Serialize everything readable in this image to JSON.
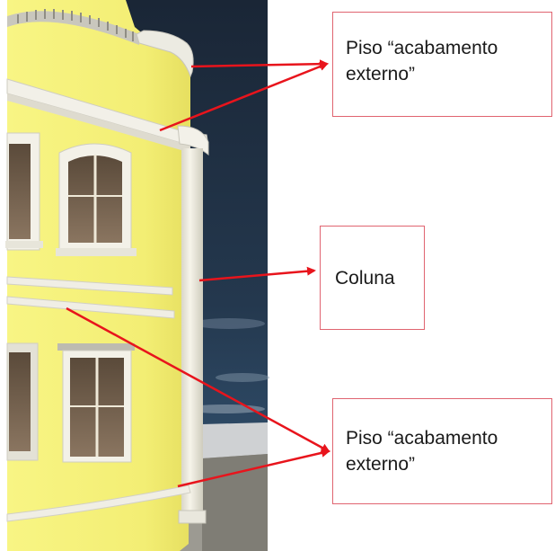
{
  "callouts": {
    "top": {
      "label": "Piso “acabamento\nexterno”"
    },
    "middle": {
      "label": "Coluna"
    },
    "bottom": {
      "label": "Piso “acabamento\nexterno”"
    }
  },
  "colors": {
    "arrow": "#e8141c",
    "callout_border": "#e06470",
    "facade": "#f4f07a",
    "sky": "#1c2a3a",
    "trim": "#f1efe6"
  },
  "rendering": {
    "subject": "3D render of yellow building facade with white trim, arched windows and a corner column"
  }
}
